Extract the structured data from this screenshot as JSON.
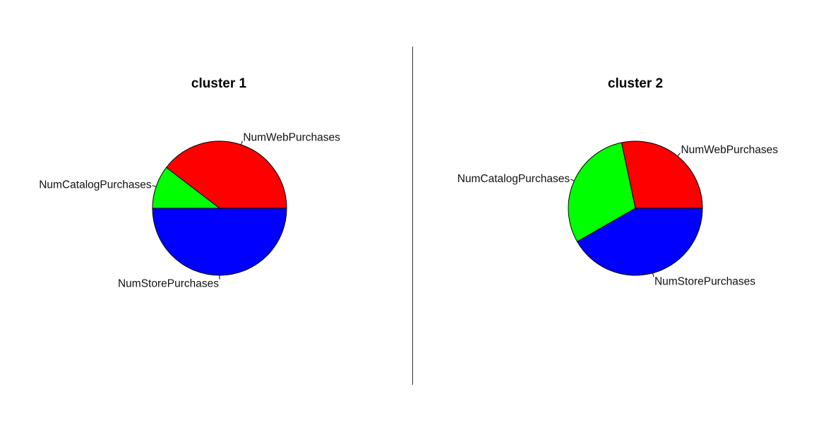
{
  "chart_data": [
    {
      "type": "pie",
      "title": "cluster 1",
      "categories": [
        "NumWebPurchases",
        "NumCatalogPurchases",
        "NumStorePurchases"
      ],
      "values": [
        0.396,
        0.104,
        0.5
      ],
      "colors": [
        "#ff0000",
        "#00ff00",
        "#0000ff"
      ],
      "start_angle_deg": 0,
      "direction": "counterclockwise"
    },
    {
      "type": "pie",
      "title": "cluster 2",
      "categories": [
        "NumWebPurchases",
        "NumCatalogPurchases",
        "NumStorePurchases"
      ],
      "values": [
        0.283,
        0.3,
        0.417
      ],
      "colors": [
        "#ff0000",
        "#00ff00",
        "#0000ff"
      ],
      "start_angle_deg": 0,
      "direction": "counterclockwise"
    }
  ]
}
